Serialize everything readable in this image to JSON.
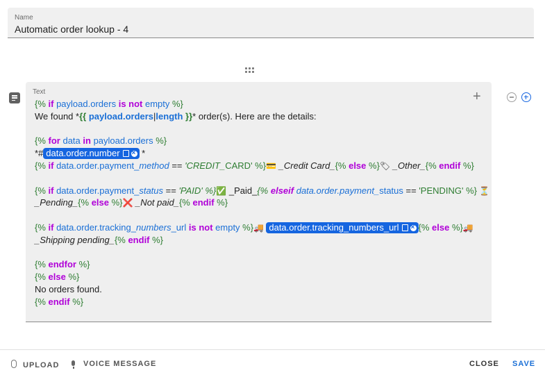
{
  "name_field": {
    "label": "Name",
    "value": "Automatic order lookup - 4"
  },
  "text_block": {
    "label": "Text",
    "lines": [
      {
        "segments": [
          [
            "g",
            "{% "
          ],
          [
            "k",
            "if"
          ],
          [
            "v",
            " payload.orders "
          ],
          [
            "k",
            "is not"
          ],
          [
            "v",
            " empty"
          ],
          [
            "g",
            " %}"
          ]
        ]
      },
      {
        "segments": [
          [
            "t",
            "We found *"
          ],
          [
            "gb",
            "{{ "
          ],
          [
            "vb",
            "payload.orders"
          ],
          [
            "t",
            "|"
          ],
          [
            "vb",
            "length"
          ],
          [
            "gb",
            " }}"
          ],
          [
            "t",
            "* order(s). Here are the details:"
          ]
        ]
      },
      {
        "segments": []
      },
      {
        "segments": [
          [
            "g",
            "{% "
          ],
          [
            "k",
            "for"
          ],
          [
            "v",
            " data "
          ],
          [
            "k",
            "in"
          ],
          [
            "v",
            " payload.orders"
          ],
          [
            "g",
            " %}"
          ]
        ]
      },
      {
        "segments": [
          [
            "t",
            "*#"
          ],
          [
            "pill",
            "data.order.number"
          ],
          [
            "t",
            " *"
          ]
        ]
      },
      {
        "segments": [
          [
            "g",
            "{% "
          ],
          [
            "k",
            "if"
          ],
          [
            "v",
            " data.order.payment_"
          ],
          [
            "vi",
            "method"
          ],
          [
            "t",
            " == "
          ],
          [
            "gi",
            "'CREDIT_"
          ],
          [
            "g",
            "CARD' %}"
          ],
          [
            "emo",
            "💳"
          ],
          [
            "ti",
            " _Credit Card_"
          ],
          [
            "g",
            "{% "
          ],
          [
            "k",
            "else"
          ],
          [
            "g",
            " %}"
          ],
          [
            "emo",
            "🏷"
          ],
          [
            "ti",
            " _Other_"
          ],
          [
            "g",
            "{% "
          ],
          [
            "k",
            "endif"
          ],
          [
            "g",
            " %}"
          ]
        ]
      },
      {
        "segments": []
      },
      {
        "segments": [
          [
            "g",
            "{% "
          ],
          [
            "k",
            "if"
          ],
          [
            "v",
            " data.order.payment_"
          ],
          [
            "vi",
            "status"
          ],
          [
            "t",
            " == "
          ],
          [
            "gi",
            "'PAID' %}"
          ],
          [
            "emo",
            "✅"
          ],
          [
            "t",
            " _Paid_"
          ],
          [
            "gi",
            "{% "
          ],
          [
            "ki",
            "elseif"
          ],
          [
            "vi",
            " data.order.payment_"
          ],
          [
            "v",
            "status"
          ],
          [
            "t",
            " == "
          ],
          [
            "g",
            "'PENDING' %}"
          ],
          [
            "emo",
            " ⏳"
          ]
        ]
      },
      {
        "segments": [
          [
            "ti",
            "_Pending_"
          ],
          [
            "g",
            "{% "
          ],
          [
            "k",
            "else"
          ],
          [
            "g",
            " %}"
          ],
          [
            "emo",
            "❌"
          ],
          [
            "ti",
            " _Not paid_"
          ],
          [
            "g",
            "{% "
          ],
          [
            "k",
            "endif"
          ],
          [
            "g",
            " %}"
          ]
        ]
      },
      {
        "segments": []
      },
      {
        "segments": [
          [
            "g",
            "{% "
          ],
          [
            "k",
            "if"
          ],
          [
            "v",
            " data.order.tracking_"
          ],
          [
            "vi",
            "numbers"
          ],
          [
            "v",
            "_url "
          ],
          [
            "k",
            "is not"
          ],
          [
            "v",
            " empty"
          ],
          [
            "g",
            " %}"
          ],
          [
            "emo",
            "🚚 "
          ],
          [
            "pill",
            "data.order.tracking_numbers_url"
          ],
          [
            "g",
            "{% "
          ],
          [
            "k",
            "else"
          ],
          [
            "g",
            " %}"
          ],
          [
            "emo",
            "🚚"
          ]
        ]
      },
      {
        "segments": [
          [
            "ti",
            "_Shipping pending_"
          ],
          [
            "g",
            "{% "
          ],
          [
            "k",
            "endif"
          ],
          [
            "g",
            " %}"
          ]
        ]
      },
      {
        "segments": []
      },
      {
        "segments": [
          [
            "g",
            "{% "
          ],
          [
            "k",
            "endfor"
          ],
          [
            "g",
            " %}"
          ]
        ]
      },
      {
        "segments": [
          [
            "g",
            "{% "
          ],
          [
            "k",
            "else"
          ],
          [
            "g",
            " %}"
          ]
        ]
      },
      {
        "segments": [
          [
            "t",
            "No orders found."
          ]
        ]
      },
      {
        "segments": [
          [
            "g",
            "{% "
          ],
          [
            "k",
            "endif"
          ],
          [
            "g",
            " %}"
          ]
        ]
      }
    ]
  },
  "icons": {
    "text_block": "text-lines-icon",
    "drag": "drag-handle-icon",
    "add_in_block": "plus-icon",
    "remove_block": "minus-circle-icon",
    "add_block": "plus-circle-icon"
  },
  "colors": {
    "accent": "#1565e0",
    "keyword": "#b000d8",
    "delimiter": "#2e7d32",
    "variable": "#1a6fd6"
  },
  "footer": {
    "upload_label": "UPLOAD",
    "voice_label": "VOICE MESSAGE",
    "close_label": "CLOSE",
    "save_label": "SAVE"
  }
}
